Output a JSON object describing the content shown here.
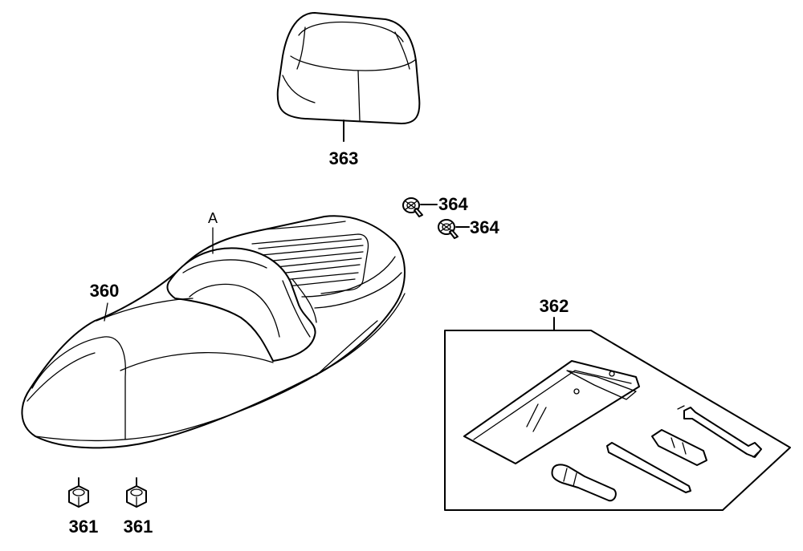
{
  "labels": {
    "backrest": "363",
    "screw_a": "364",
    "screw_b": "364",
    "seat": "360",
    "seat_marker": "A",
    "toolkit": "362",
    "nut_a": "361",
    "nut_b": "361"
  }
}
